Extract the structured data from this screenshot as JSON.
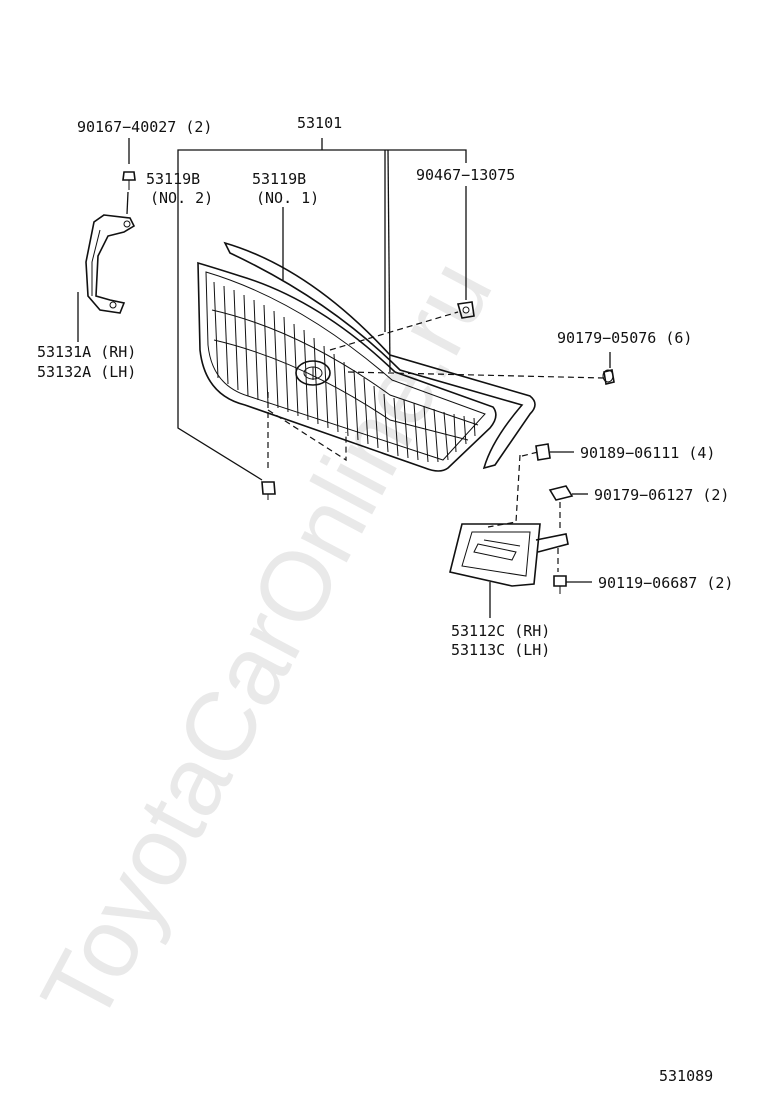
{
  "watermark": "ToyotaCarOnline.ru",
  "diagram_id": "531089",
  "labels": {
    "grille_assy": "53101",
    "screw_top": "90167−40027 (2)",
    "bracket": [
      "53131A (RH)",
      "53132A (LH)"
    ],
    "emblem_no2": [
      "53119B",
      "(NO. 2)"
    ],
    "emblem_no1": [
      "53119B",
      "(NO. 1)"
    ],
    "clip_top": "90467−13075",
    "nut_right": "90179−05076 (6)",
    "clip_mid": "90189−06111 (4)",
    "clip_nut": "90179−06127 (2)",
    "screw_bottom": "90119−06687 (2)",
    "fog_cover": [
      "53112C (RH)",
      "53113C (LH)"
    ]
  }
}
